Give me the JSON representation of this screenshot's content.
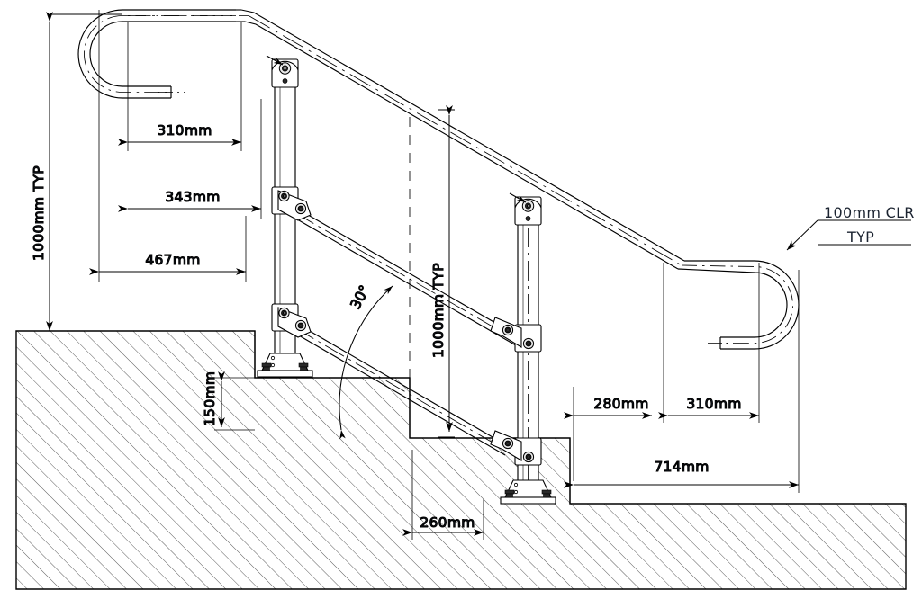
{
  "drawing": {
    "type": "technical-elevation-drawing",
    "subject": "Stair handrail / balustrade elevation",
    "background_color": "#ffffff",
    "line_color": "#000000",
    "hatch_color": "#555555",
    "text_color": "#1b2330",
    "units": "mm"
  },
  "dimensions": {
    "left_height": "1000mm TYP",
    "top_offset": "310mm",
    "mid_offset": "343mm",
    "base_offset": "467mm",
    "riser": "150mm",
    "going": "260mm",
    "slope_height": "1000mm TYP",
    "right_landing": "280mm",
    "right_return": "310mm",
    "right_total": "714mm"
  },
  "notes": {
    "clearance_line1": "100mm CLR",
    "clearance_line2": "TYP",
    "slope_angle": "30°"
  },
  "components": {
    "left_return": "180-degree handrail return bend",
    "right_return": "180-degree handrail return bend",
    "post_upper": "vertical post with swivel rail connector",
    "post_lower": "vertical post with swivel rail connector",
    "base_plate": "bolted base plate fixing",
    "handrail": "top handrail tube",
    "midrail": "mid rail tube",
    "stair": "concrete stair with hatched section"
  }
}
